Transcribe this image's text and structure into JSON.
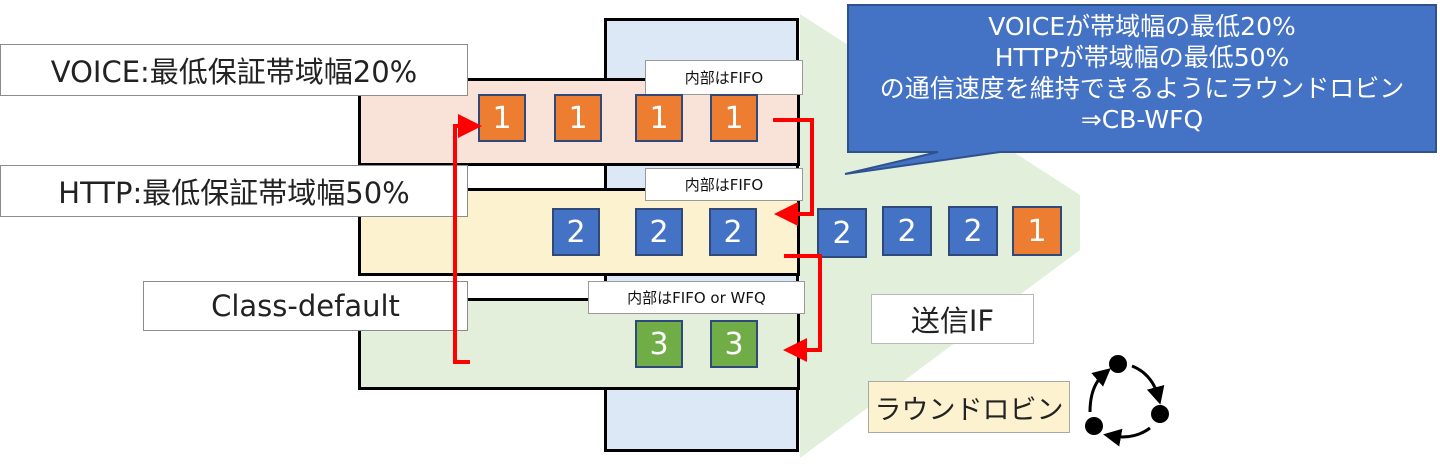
{
  "classes": [
    {
      "label": "VOICE:最低保証帯域幅20%",
      "queue_note": "内部はFIFO",
      "packets": [
        "1",
        "1",
        "1",
        "1"
      ],
      "color": "#f9e3d9"
    },
    {
      "label": "HTTP:最低保証帯域幅50%",
      "queue_note": "内部はFIFO",
      "packets": [
        "2",
        "2",
        "2"
      ],
      "color": "#fdf2d0"
    },
    {
      "label": "Class-default",
      "queue_note": "内部はFIFO  or WFQ",
      "packets": [
        "3",
        "3"
      ],
      "color": "#e3efda"
    }
  ],
  "output_packets": [
    "2",
    "2",
    "2",
    "1"
  ],
  "callout": {
    "lines": [
      "VOICEが帯域幅の最低20%",
      "HTTPが帯域幅の最低50%",
      "の通信速度を維持できるようにラウンドロビン",
      "⇒CB-WFQ"
    ],
    "color": "#4472c4"
  },
  "interface_label": "送信IF",
  "round_robin_label": "ラウンドロビン",
  "colors": {
    "arrow": "#ff0000",
    "voice_packet": "#ed7d31",
    "http_packet": "#4472c4",
    "default_packet": "#70ad47",
    "interface_fill": "#dce8f5",
    "flow_shade": "#e2efda"
  }
}
